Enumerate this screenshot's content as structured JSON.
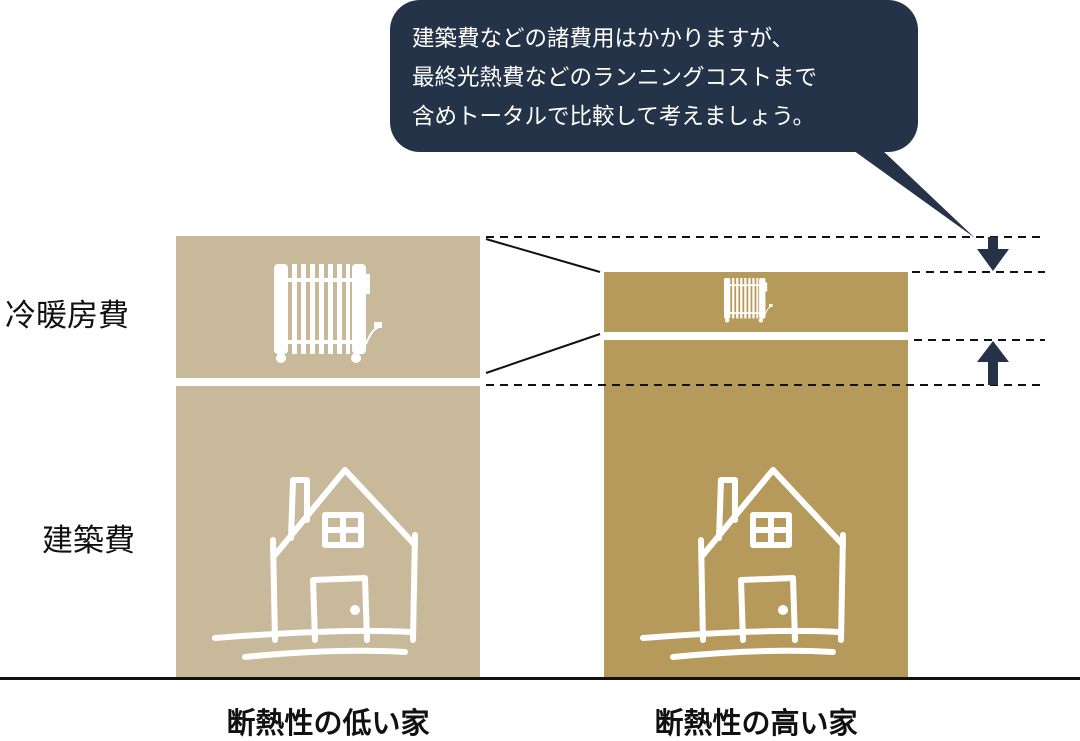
{
  "labels": {
    "heating_cost": "冷暖房費",
    "construction_cost": "建築費"
  },
  "houses": {
    "low": "断熱性の低い家",
    "high": "断熱性の高い家"
  },
  "bubble": {
    "lines": [
      "建築費などの諸費用はかかりますが、",
      "最終光熱費などのランニングコストまで",
      "含めトータルで比較して考えましょう。"
    ]
  },
  "colors": {
    "low_bar": "#c8b99a",
    "high_bar": "#b69a5c",
    "navy": "#253349"
  }
}
